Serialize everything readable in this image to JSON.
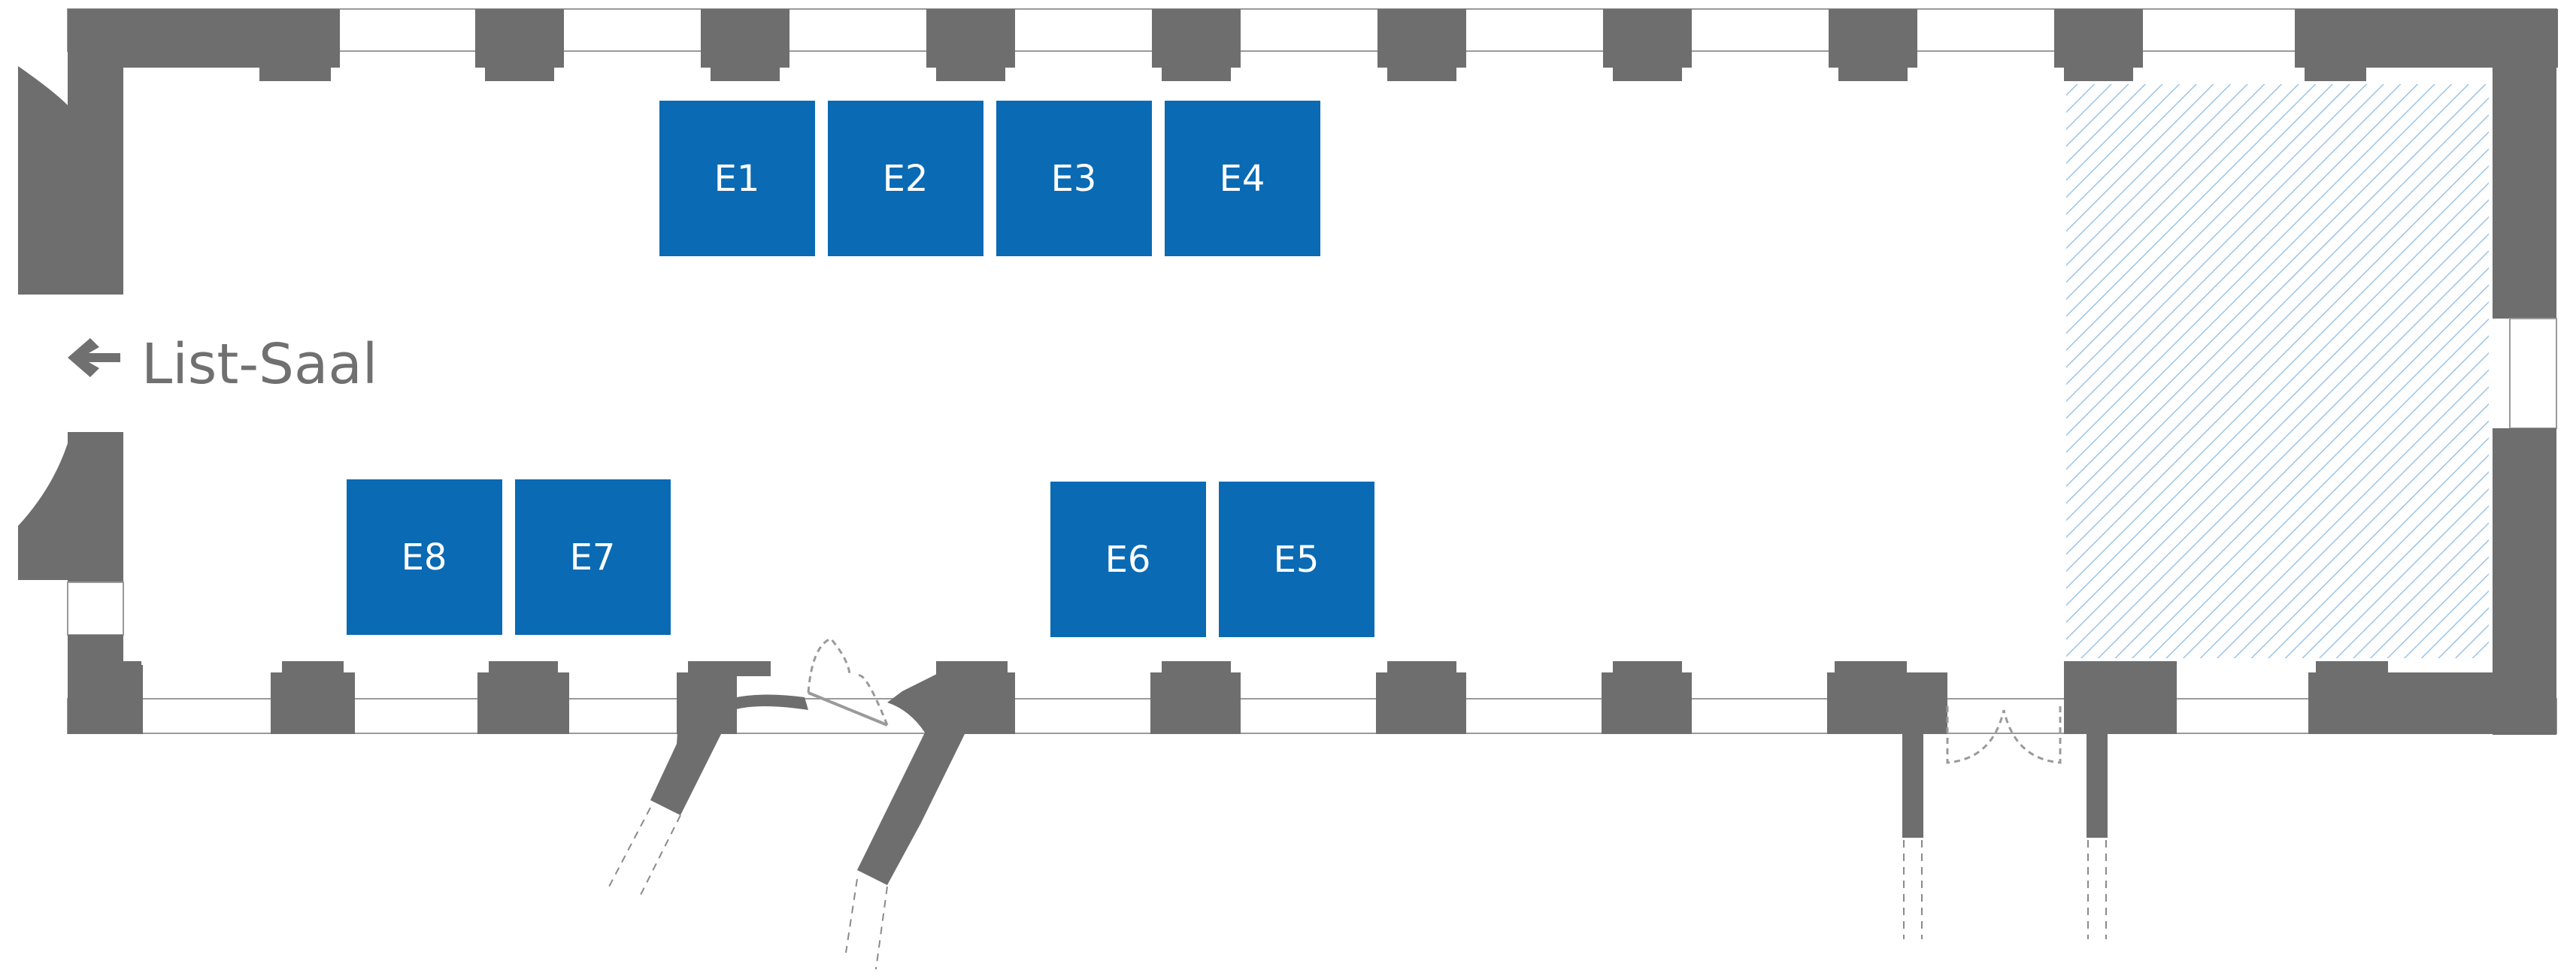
{
  "floorplan": {
    "exit_sign": {
      "label": "List-Saal",
      "icon": "arrow-left-icon"
    },
    "booths": [
      {
        "id": "E1",
        "label": "E1"
      },
      {
        "id": "E2",
        "label": "E2"
      },
      {
        "id": "E3",
        "label": "E3"
      },
      {
        "id": "E4",
        "label": "E4"
      },
      {
        "id": "E5",
        "label": "E5"
      },
      {
        "id": "E6",
        "label": "E6"
      },
      {
        "id": "E7",
        "label": "E7"
      },
      {
        "id": "E8",
        "label": "E8"
      }
    ],
    "colors": {
      "booth": "#0a6ab4",
      "wall": "#6e6e6e",
      "hatch": "#9cc4e4",
      "label": "#707070"
    }
  }
}
